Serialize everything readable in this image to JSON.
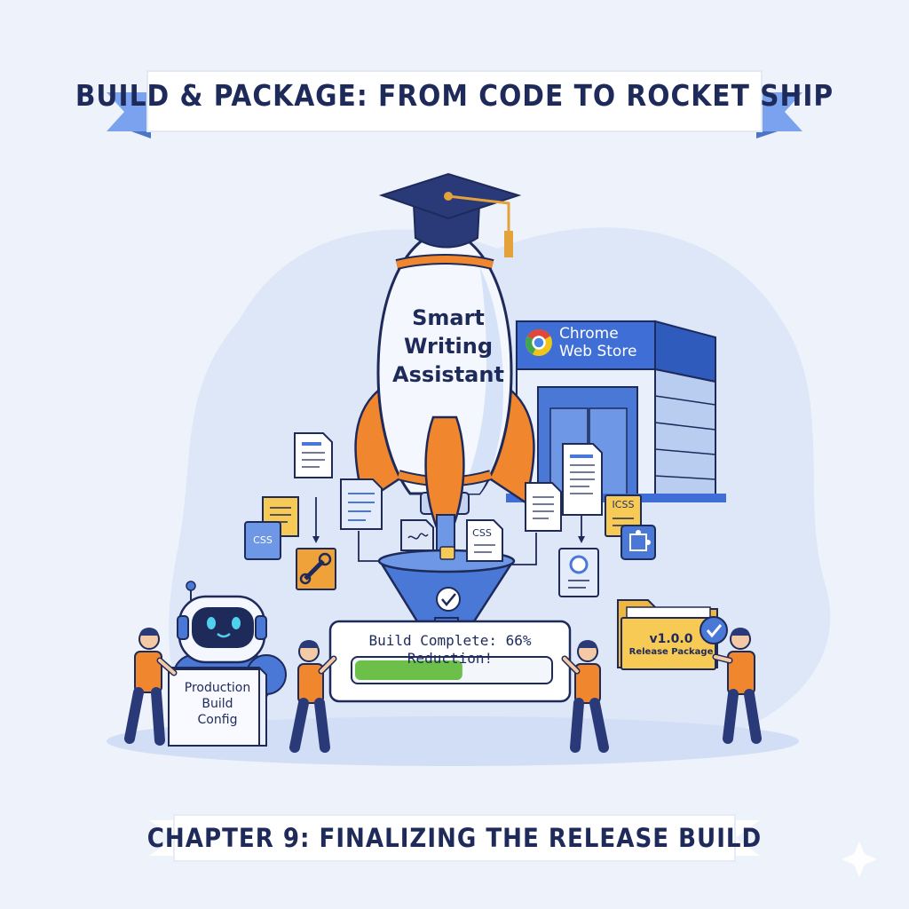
{
  "title": "BUILD & PACKAGE: FROM CODE TO ROCKET SHIP",
  "chapter": "CHAPTER 9: FINALIZING THE RELEASE BUILD",
  "rocket": {
    "label_line1": "Smart",
    "label_line2": "Writing",
    "label_line3": "Assistant"
  },
  "store": {
    "line1": "Chrome",
    "line2": "Web Store"
  },
  "config": {
    "line1": "Production",
    "line2": "Build",
    "line3": "Config"
  },
  "build_status": {
    "label": "Build Complete: 66% Reduction!",
    "progress_fraction": 0.66
  },
  "package": {
    "version": "v1.0.0",
    "name": "Release Package"
  },
  "file_tags": {
    "css_left": "CSS",
    "css_center": "CSS",
    "css_right": "ICSS"
  },
  "colors": {
    "navy": "#1e2a5a",
    "brand_blue": "#4a78d6",
    "orange": "#f0872e",
    "progress_green": "#6cc04a",
    "folder_yellow": "#f7c955",
    "background": "#eef3fb"
  }
}
